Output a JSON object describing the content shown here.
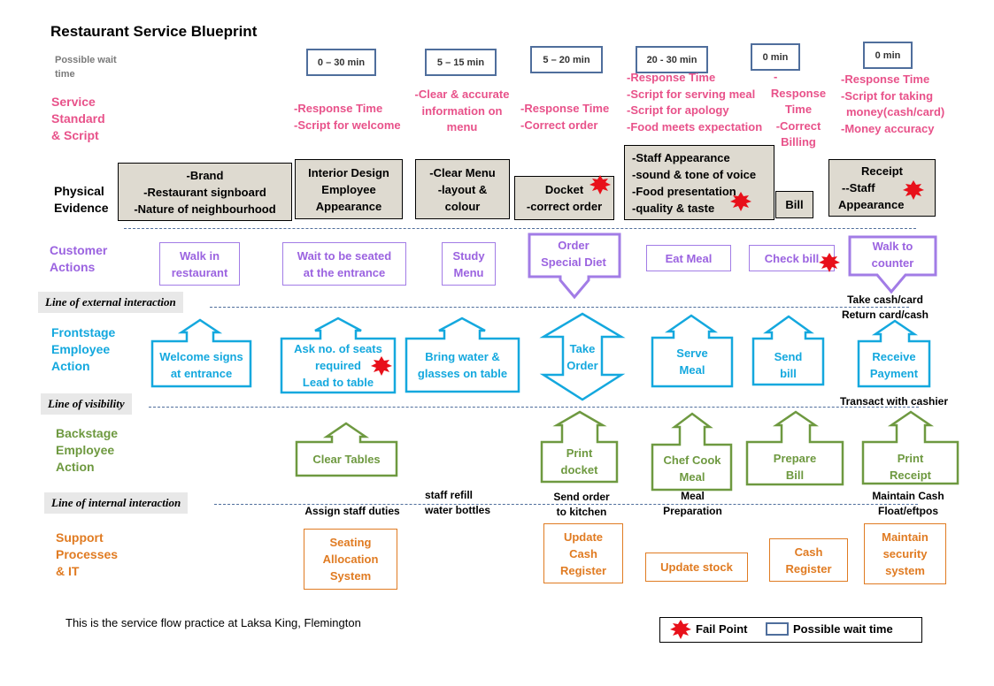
{
  "title": "Restaurant Service Blueprint",
  "rows": {
    "wait_time": "Possible wait time",
    "standard": "Service Standard & Script",
    "physical": "Physical Evidence",
    "customer": "Customer Actions",
    "frontstage": "Frontstage Employee Action",
    "backstage": "Backstage Employee Action",
    "support": "Support Processes & IT"
  },
  "lines": {
    "external": "Line of external  interaction",
    "visibility": "Line of visibility",
    "internal": "Line of internal interaction"
  },
  "wait_times": [
    "0 – 30 min",
    "5 – 15 min",
    "5 – 20 min",
    "20 - 30 min",
    "0 min",
    "0 min"
  ],
  "standards": {
    "s1": [
      "-Response Time",
      "-Script for welcome"
    ],
    "s2": [
      "-Clear & accurate",
      "information on",
      "menu"
    ],
    "s3": [
      "-Response Time",
      "-Correct order"
    ],
    "s4": [
      "-Response Time",
      "-Script for serving meal",
      "-Script for apology",
      "-Food meets expectation"
    ],
    "s5": [
      "-",
      "Response",
      "Time",
      "-Correct",
      "Billing"
    ],
    "s6": [
      "-Response Time",
      "-Script for taking",
      "money(cash/card)",
      "-Money accuracy"
    ]
  },
  "physical": {
    "p1": [
      "-Brand",
      "-Restaurant signboard",
      "-Nature of neighbourhood"
    ],
    "p2": [
      "Interior Design",
      "Employee",
      "Appearance"
    ],
    "p3": [
      "-Clear Menu",
      "-layout &",
      "colour"
    ],
    "p4": [
      "Docket",
      "-correct order"
    ],
    "p5": [
      "-Staff Appearance",
      "-sound & tone of voice",
      "-Food presentation",
      "-quality & taste"
    ],
    "p6": [
      "Bill"
    ],
    "p7": [
      "Receipt",
      "--Staff",
      "Appearance"
    ]
  },
  "customer": {
    "c1": [
      "Walk in",
      "restaurant"
    ],
    "c2": [
      "Wait to be seated",
      "at the entrance"
    ],
    "c3": [
      "Study",
      "Menu"
    ],
    "c4": [
      "Order",
      "Special Diet"
    ],
    "c5": [
      "Eat Meal"
    ],
    "c6": [
      "Check bill"
    ],
    "c7": [
      "Walk to",
      "counter"
    ]
  },
  "frontstage": {
    "f1": [
      "Welcome signs",
      "at entrance"
    ],
    "f2": [
      "Ask no. of seats",
      "required",
      "Lead to table"
    ],
    "f3": [
      "Bring water &",
      "glasses on table"
    ],
    "f4": [
      "Take",
      "Order"
    ],
    "f5": [
      "Serve",
      "Meal"
    ],
    "f6": [
      "Send",
      "bill"
    ],
    "f7": [
      "Receive",
      "Payment"
    ]
  },
  "backstage": {
    "b1": [
      "Clear Tables"
    ],
    "b2": [
      "Print",
      "docket"
    ],
    "b3": [
      "Chef Cook",
      "Meal"
    ],
    "b4": [
      "Prepare",
      "Bill"
    ],
    "b5": [
      "Print",
      "Receipt"
    ]
  },
  "support": {
    "u1": [
      "Seating",
      "Allocation",
      "System"
    ],
    "u2": [
      "Update",
      "Cash",
      "Register"
    ],
    "u3": [
      "Update stock"
    ],
    "u4": [
      "Cash",
      "Register"
    ],
    "u5": [
      "Maintain",
      "security",
      "system"
    ]
  },
  "notes": {
    "take_cash": [
      "Take cash/card",
      "Return card/cash"
    ],
    "transact": "Transact with cashier",
    "assign": "Assign staff duties",
    "refill": [
      "staff refill",
      "water bottles"
    ],
    "send_order": [
      "Send order",
      "to kitchen"
    ],
    "meal_prep": [
      "Meal",
      "Preparation"
    ],
    "maintain_cash": [
      "Maintain Cash",
      "Float/eftpos"
    ]
  },
  "footer": "This is the service flow practice at Laksa King, Flemington",
  "legend": {
    "fail": "Fail Point",
    "wait": "Possible wait time"
  },
  "colors": {
    "pink": "#e8528a",
    "purple": "#9b63e0",
    "blue": "#14a8de",
    "green": "#6e9940",
    "orange": "#e07b22",
    "fail": "#e8101a",
    "wait_border": "#4f6e9c"
  }
}
